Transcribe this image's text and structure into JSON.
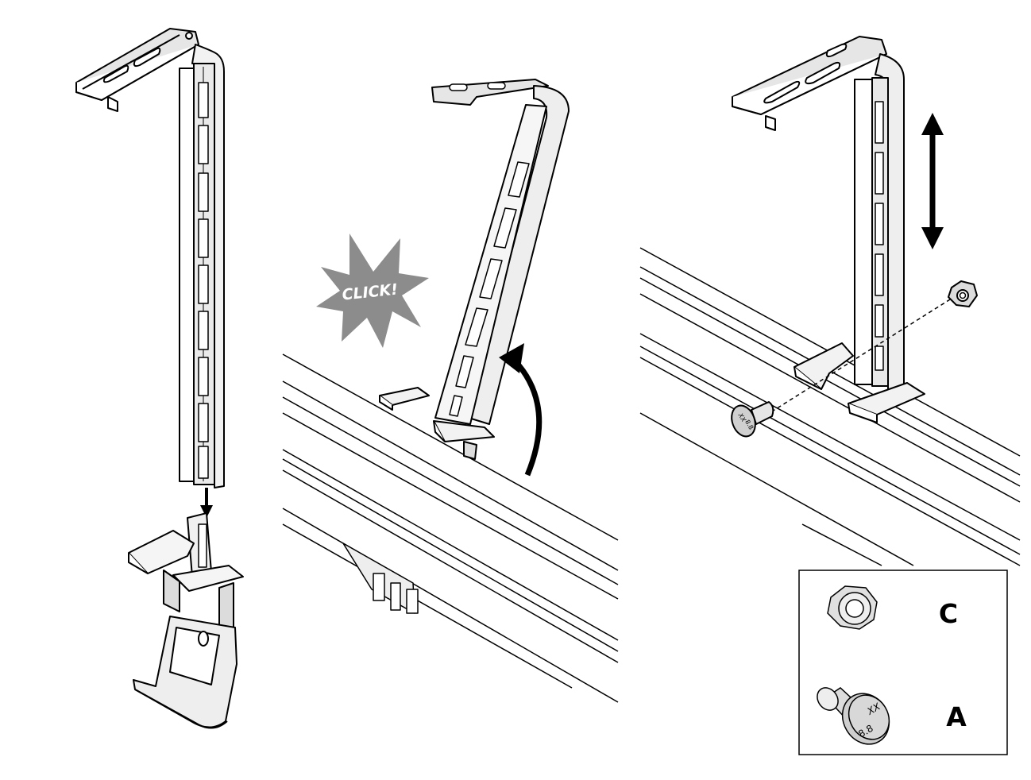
{
  "step2": {
    "burst_text": "CLICK!"
  },
  "legend": {
    "items": [
      {
        "letter": "C",
        "part": "flange-nut"
      },
      {
        "letter": "A",
        "part": "bolt",
        "head_text_1": "XX",
        "head_text_2": "8.8"
      }
    ]
  },
  "step3": {
    "bolt_head_text_1": "XX",
    "bolt_head_text_2": "8.8"
  },
  "colors": {
    "line": "#000000",
    "fill": "#ffffff",
    "shade": "#d9d9d9",
    "burst": "#8c8c8c"
  }
}
